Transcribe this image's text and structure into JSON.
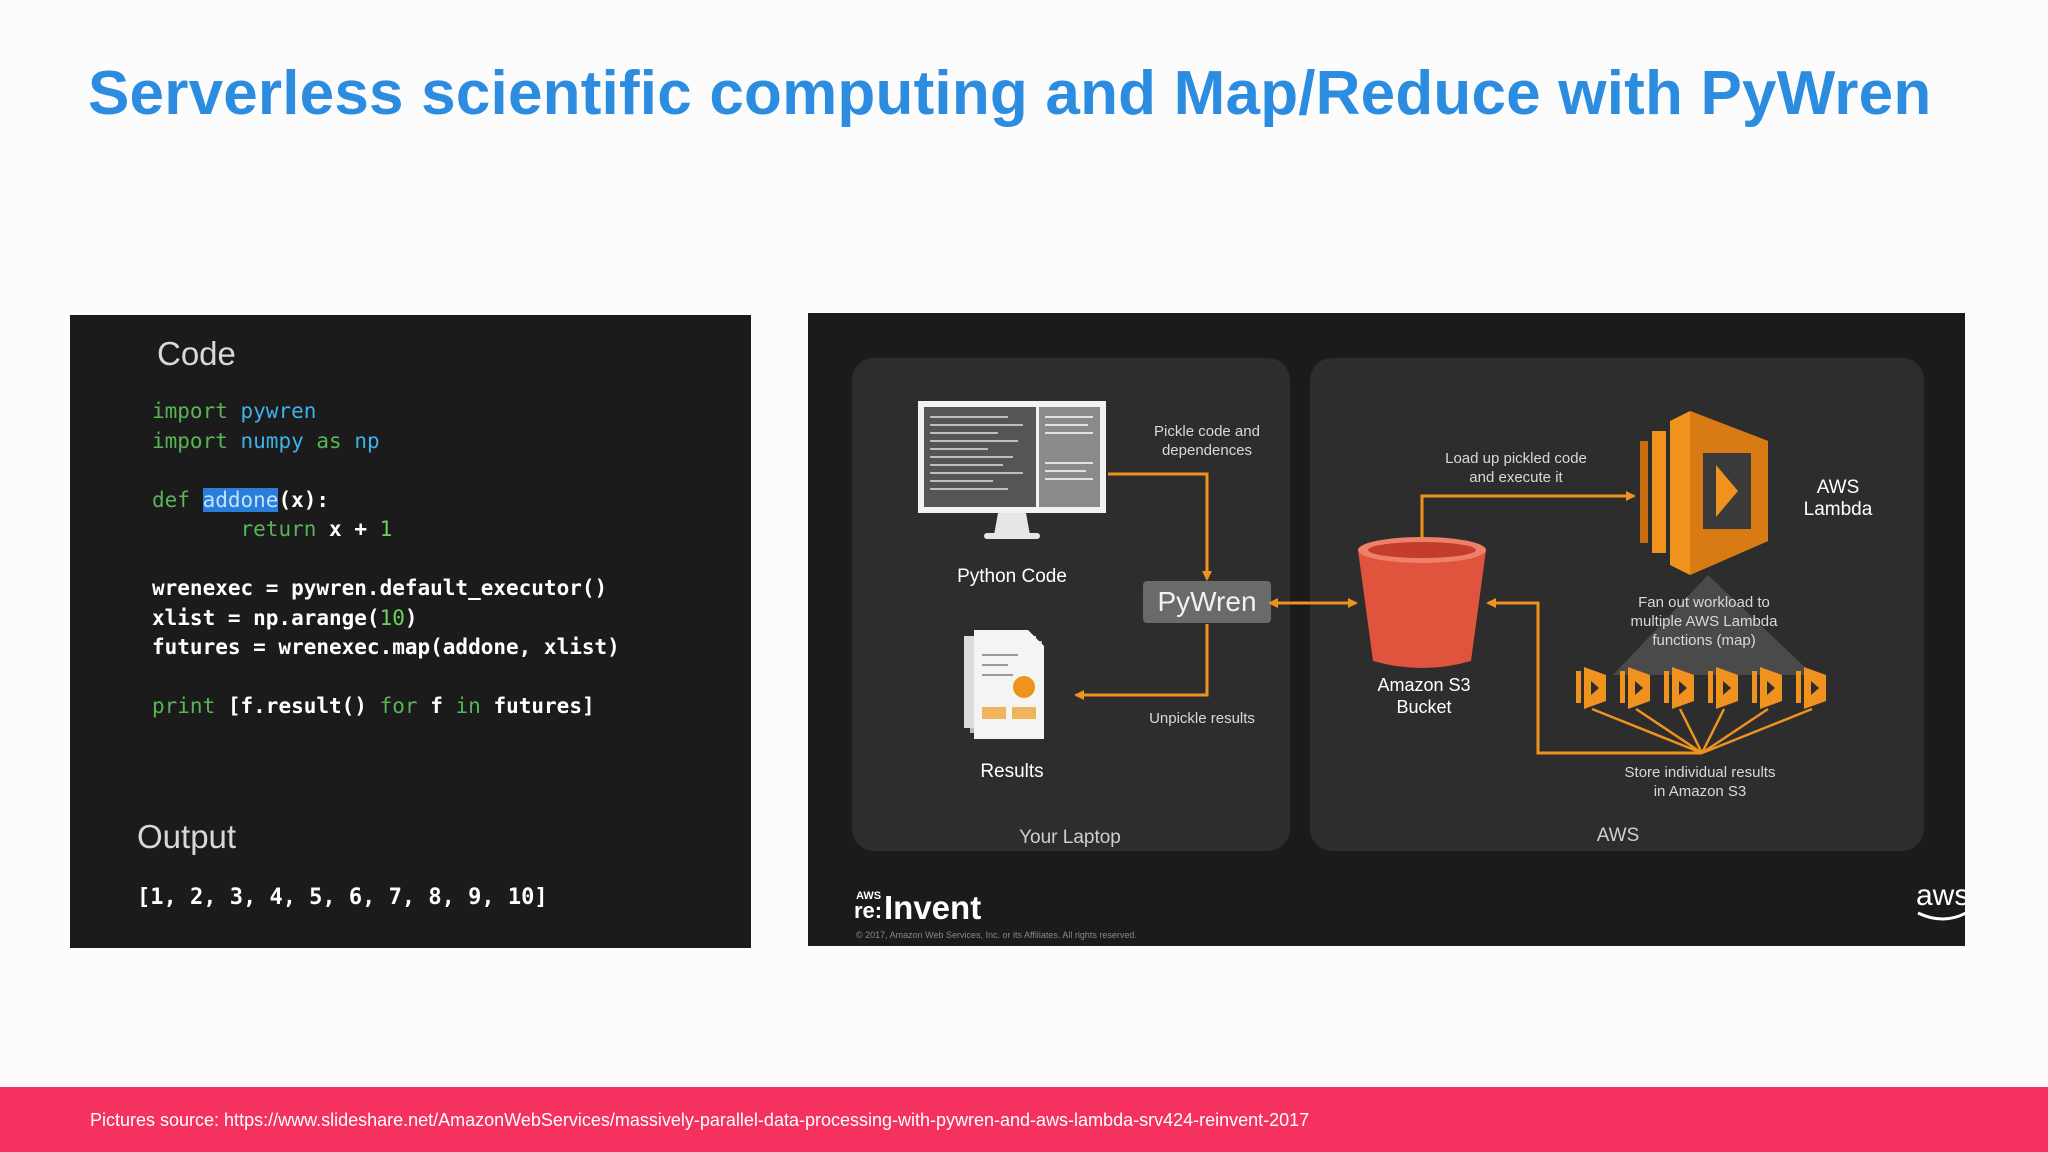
{
  "slide": {
    "title": "Serverless scientific computing and Map/Reduce with PyWren"
  },
  "code_panel": {
    "code_heading": "Code",
    "output_heading": "Output",
    "lines": {
      "l1_kw": "import",
      "l1_mod": "pywren",
      "l2_kw": "import",
      "l2_mod": "numpy",
      "l2_as": "as",
      "l2_alias": "np",
      "l4_def": "def",
      "l4_fn": "addone",
      "l4_rest": "(x):",
      "l5_ret": "return",
      "l5_expr": "x +",
      "l5_num": "1",
      "l7": "wrenexec = pywren.default_executor()",
      "l8_a": "xlist = np.arange(",
      "l8_num": "10",
      "l8_b": ")",
      "l9": "futures = wrenexec.map(addone, xlist)",
      "l11_print": "print",
      "l11_a": "[f.result()",
      "l11_for": "for",
      "l11_f": "f",
      "l11_in": "in",
      "l11_b": "futures]"
    },
    "output": "[1, 2, 3, 4, 5, 6, 7, 8, 9, 10]"
  },
  "diagram": {
    "your_laptop": "Your Laptop",
    "aws": "AWS",
    "python_code": "Python Code",
    "results": "Results",
    "pywren": "PyWren",
    "pickle_1": "Pickle code and",
    "pickle_2": "dependences",
    "unpickle": "Unpickle results",
    "load_1": "Load up pickled code",
    "load_2": "and execute it",
    "s3_1": "Amazon S3",
    "s3_2": "Bucket",
    "lambda_1": "AWS",
    "lambda_2": "Lambda",
    "fanout_1": "Fan out workload to",
    "fanout_2": "multiple AWS Lambda",
    "fanout_3": "functions (map)",
    "store_1": "Store individual results",
    "store_2": "in Amazon S3",
    "reinvent_small": "AWS",
    "reinvent_re": "re:",
    "reinvent_word": "Invent",
    "copyright": "© 2017, Amazon Web Services, Inc. or its Affiliates. All rights reserved.",
    "aws_logo": "aws",
    "colors": {
      "orange": "#f0921e",
      "bucket": "#e0533d",
      "panel": "#2d2d2d"
    }
  },
  "footer": {
    "source": "Pictures source: https://www.slideshare.net/AmazonWebServices/massively-parallel-data-processing-with-pywren-and-aws-lambda-srv424-reinvent-2017",
    "color": "#f5325f"
  }
}
